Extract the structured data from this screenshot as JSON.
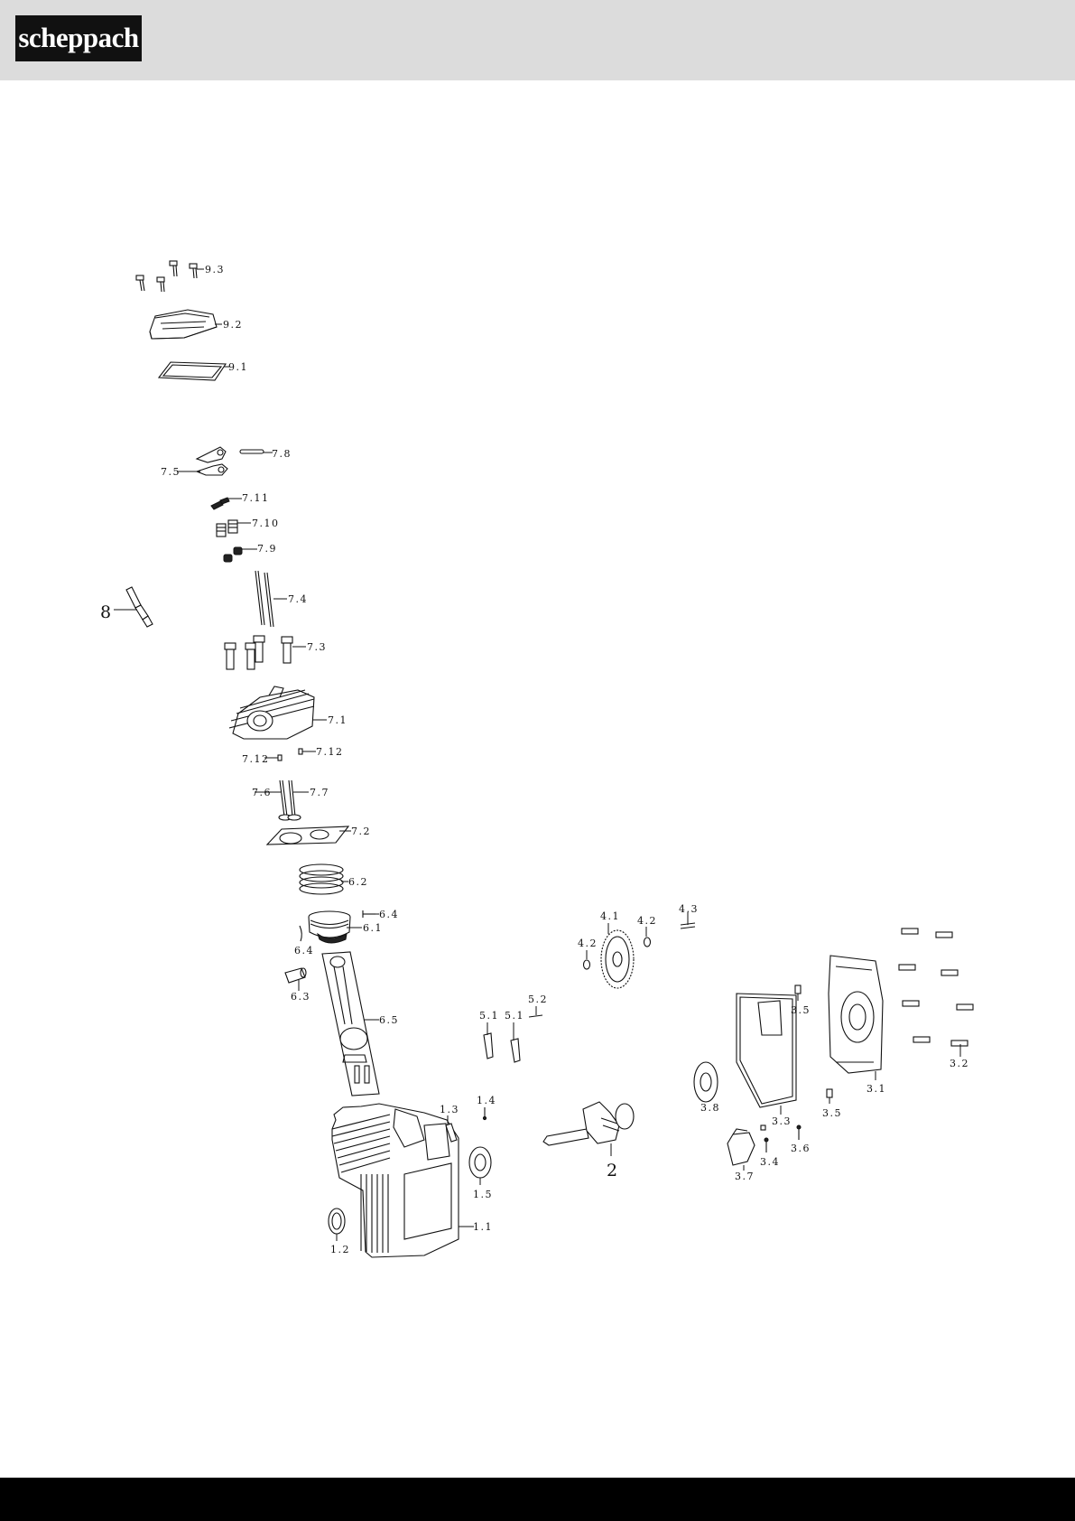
{
  "header": {
    "brand": "scheppach"
  },
  "labels": {
    "l9_3": "9.3",
    "l9_2": "9.2",
    "l9_1": "9.1",
    "l7_8": "7.8",
    "l7_5": "7.5",
    "l7_11": "7.11",
    "l7_10": "7.10",
    "l7_9": "7.9",
    "l8": "8",
    "l7_4": "7.4",
    "l7_3": "7.3",
    "l7_1": "7.1",
    "l7_12a": "7.12",
    "l7_12b": "7.12",
    "l7_6": "7.6",
    "l7_7": "7.7",
    "l7_2": "7.2",
    "l6_2": "6.2",
    "l6_4a": "6.4",
    "l6_1": "6.1",
    "l6_4b": "6.4",
    "l6_3": "6.3",
    "l6_5": "6.5",
    "l1_3": "1.3",
    "l1_4": "1.4",
    "l1_5": "1.5",
    "l1_1": "1.1",
    "l1_2": "1.2",
    "l5_1a": "5.1",
    "l5_1b": "5.1",
    "l5_2": "5.2",
    "l4_1": "4.1",
    "l4_2a": "4.2",
    "l4_2b": "4.2",
    "l4_3": "4.3",
    "l2": "2",
    "l3_5a": "3.5",
    "l3_8": "3.8",
    "l3_3": "3.3",
    "l3_7": "3.7",
    "l3_4": "3.4",
    "l3_6": "3.6",
    "l3_5b": "3.5",
    "l3_1": "3.1",
    "l3_2": "3.2"
  }
}
